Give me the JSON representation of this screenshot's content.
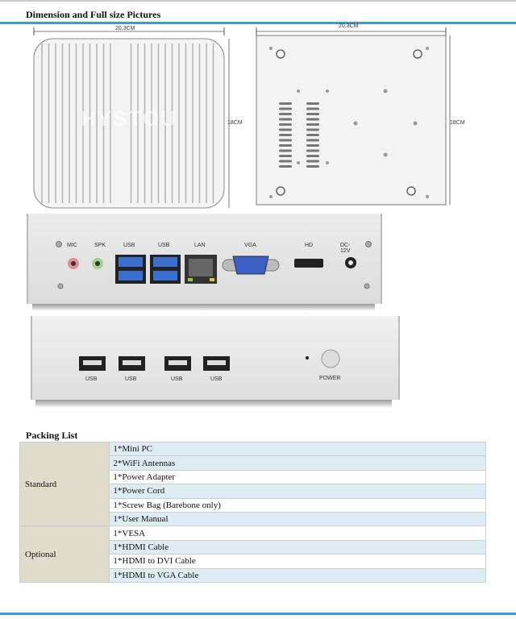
{
  "section1": {
    "title": "Dimension and Full size Pictures"
  },
  "top_view": {
    "width_label": "20.3CM",
    "height_label": "18CM",
    "watermark": "HYSTOU"
  },
  "bottom_view": {
    "width_label": "20.3CM",
    "height_label": "18CM"
  },
  "back_panel": {
    "ports": [
      "MIC",
      "SPK",
      "USB",
      "USB",
      "LAN",
      "VGA",
      "HD",
      "DC-12V"
    ]
  },
  "front_panel": {
    "ports": [
      "USB",
      "USB",
      "USB",
      "USB"
    ],
    "power_label": "POWER"
  },
  "packing": {
    "title": "Packing List",
    "groups": [
      {
        "name": "Standard",
        "items": [
          "1*Mini PC",
          "2*WiFi Antennas",
          "1*Power Adapter",
          "1*Power Cord",
          "1*Screw Bag (Barebone only)",
          "1*User Manual"
        ]
      },
      {
        "name": "Optional",
        "items": [
          "1*VESA",
          "1*HDMI Cable",
          "1*HDMI to DVI Cable",
          "1*HDMI to VGA Cable"
        ]
      }
    ]
  },
  "colors": {
    "accent": "#3a9ad9"
  }
}
